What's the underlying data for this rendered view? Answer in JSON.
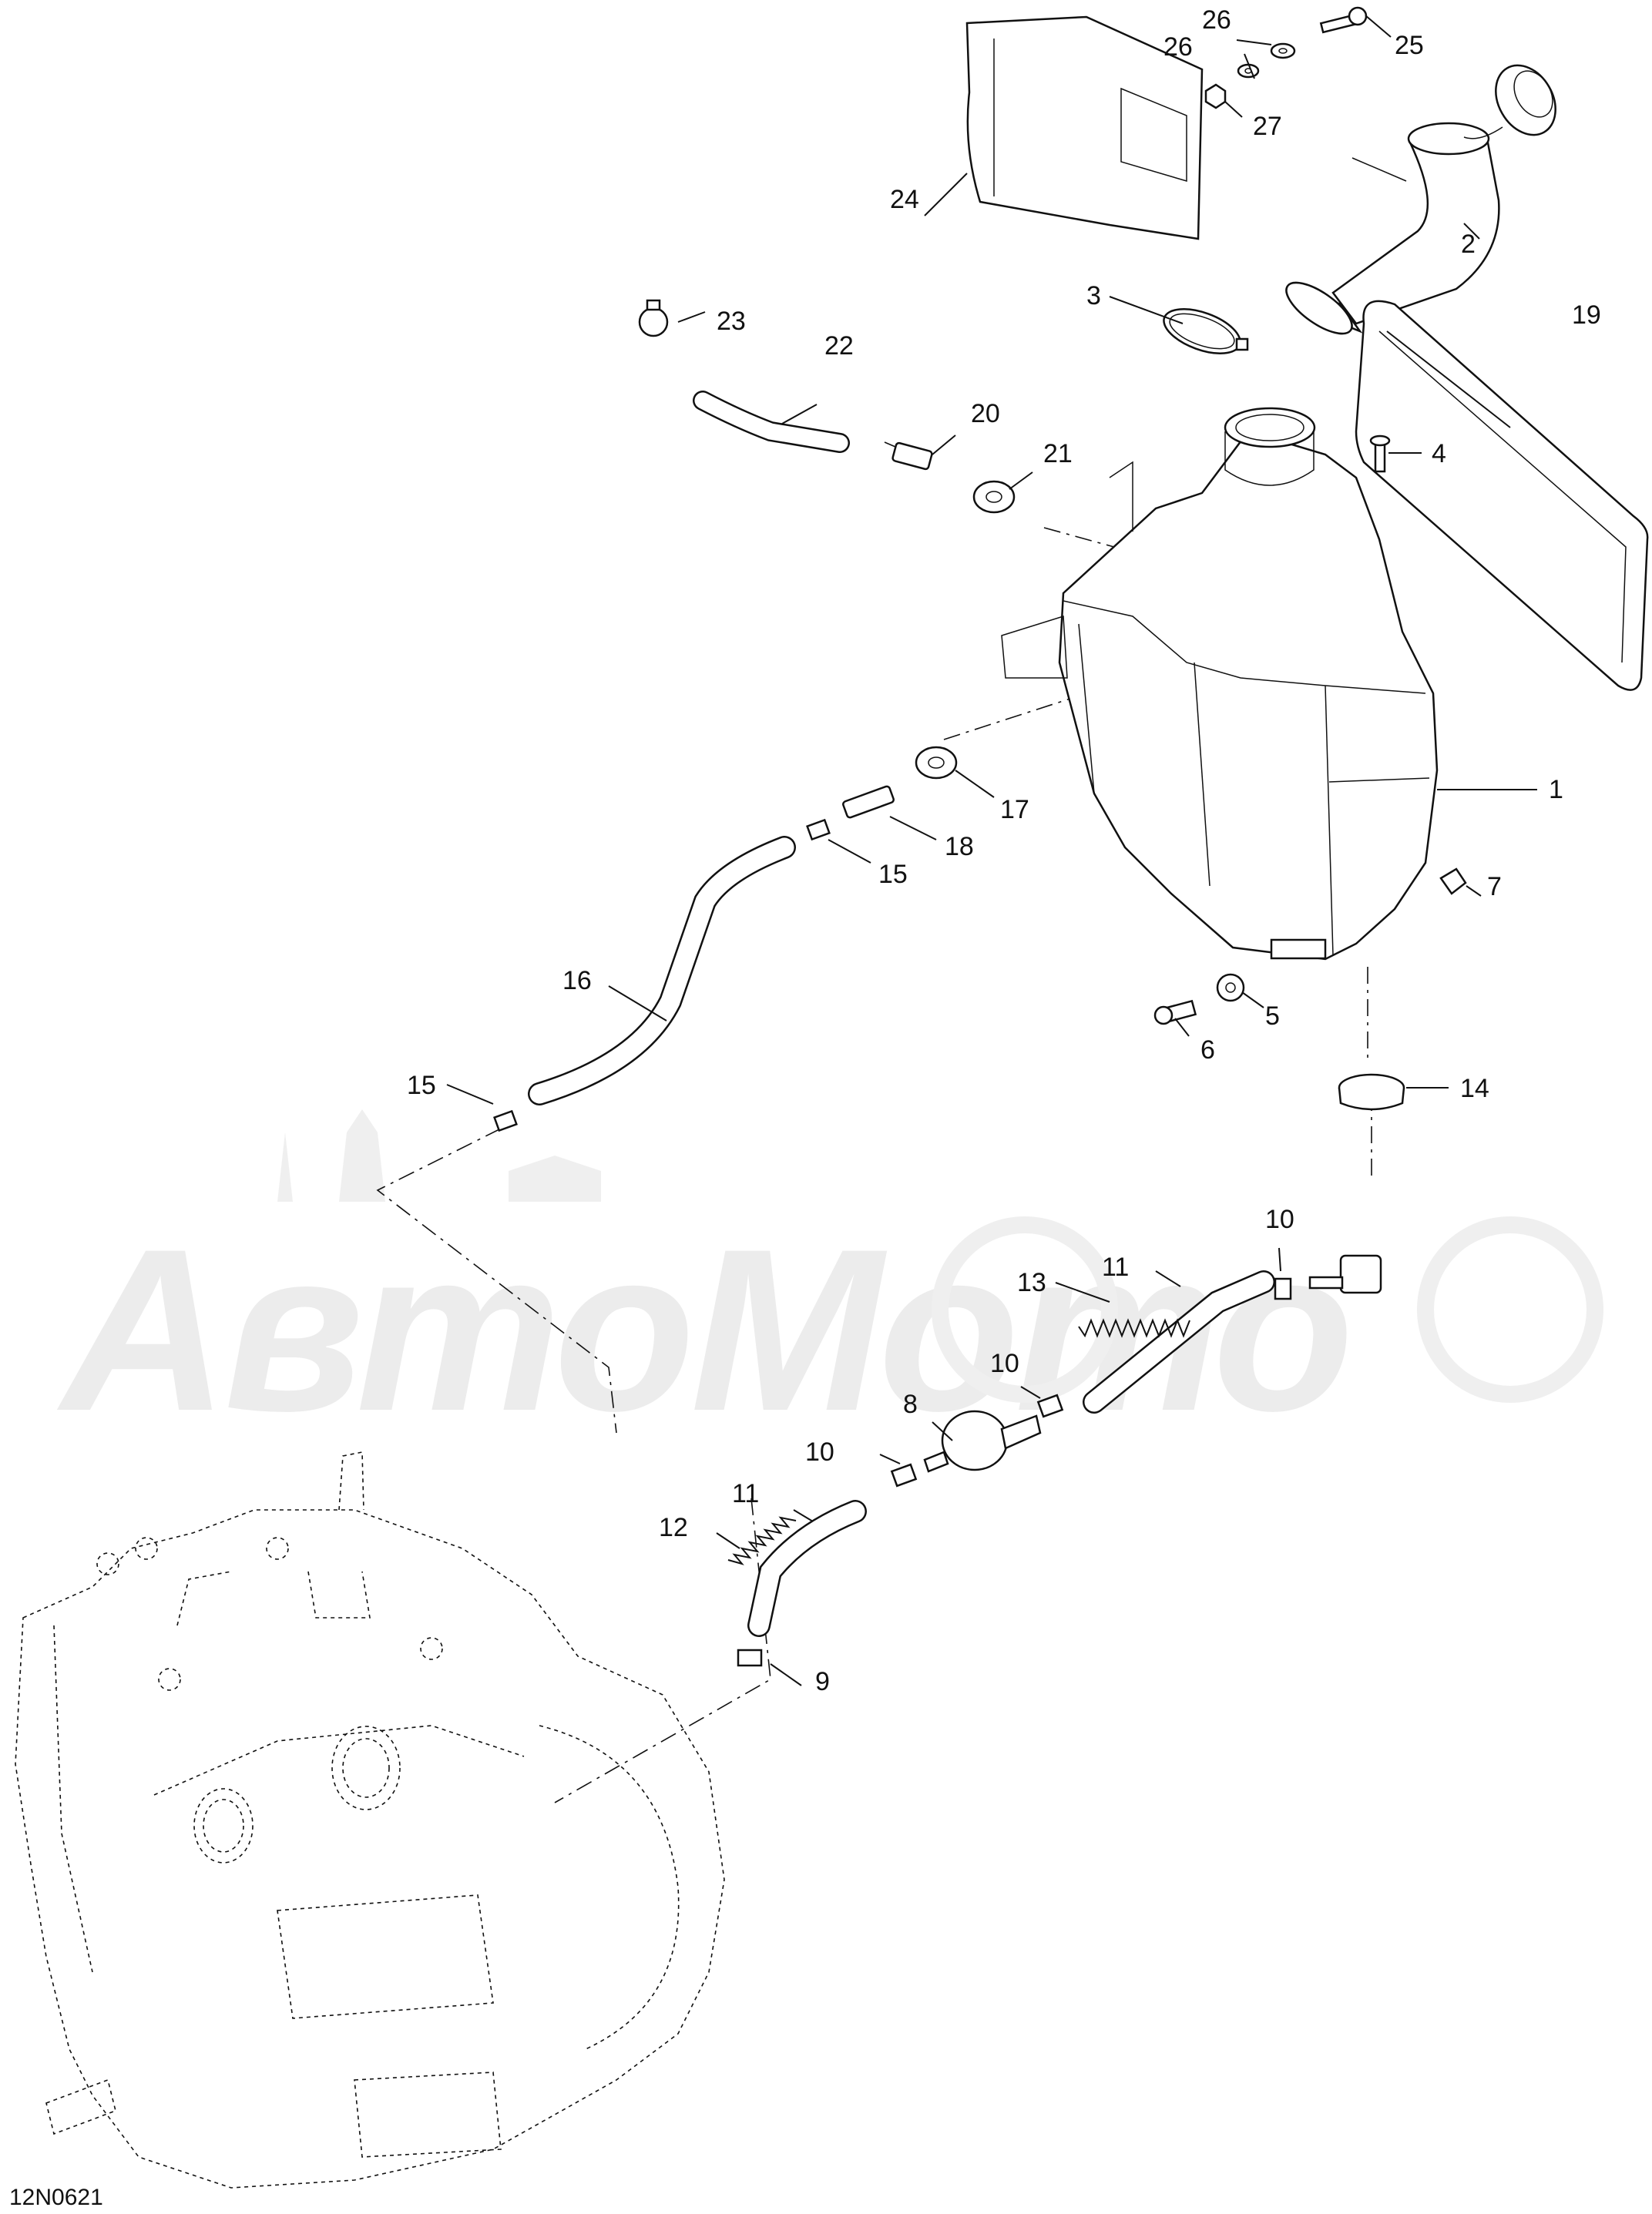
{
  "figure_code": "12N0621",
  "watermark": "АвтоМото",
  "callouts": [
    {
      "id": "c1",
      "label": "1"
    },
    {
      "id": "c2",
      "label": "2"
    },
    {
      "id": "c3",
      "label": "3"
    },
    {
      "id": "c4",
      "label": "4"
    },
    {
      "id": "c5",
      "label": "5"
    },
    {
      "id": "c6",
      "label": "6"
    },
    {
      "id": "c7",
      "label": "7"
    },
    {
      "id": "c8",
      "label": "8"
    },
    {
      "id": "c9",
      "label": "9"
    },
    {
      "id": "c10a",
      "label": "10"
    },
    {
      "id": "c10b",
      "label": "10"
    },
    {
      "id": "c10c",
      "label": "10"
    },
    {
      "id": "c11a",
      "label": "11"
    },
    {
      "id": "c11b",
      "label": "11"
    },
    {
      "id": "c12",
      "label": "12"
    },
    {
      "id": "c13",
      "label": "13"
    },
    {
      "id": "c14",
      "label": "14"
    },
    {
      "id": "c15a",
      "label": "15"
    },
    {
      "id": "c15b",
      "label": "15"
    },
    {
      "id": "c16",
      "label": "16"
    },
    {
      "id": "c17",
      "label": "17"
    },
    {
      "id": "c18",
      "label": "18"
    },
    {
      "id": "c19",
      "label": "19"
    },
    {
      "id": "c20",
      "label": "20"
    },
    {
      "id": "c21",
      "label": "21"
    },
    {
      "id": "c22",
      "label": "22"
    },
    {
      "id": "c23",
      "label": "23"
    },
    {
      "id": "c24",
      "label": "24"
    },
    {
      "id": "c25",
      "label": "25"
    },
    {
      "id": "c26a",
      "label": "26"
    },
    {
      "id": "c26b",
      "label": "26"
    },
    {
      "id": "c27",
      "label": "27"
    }
  ]
}
